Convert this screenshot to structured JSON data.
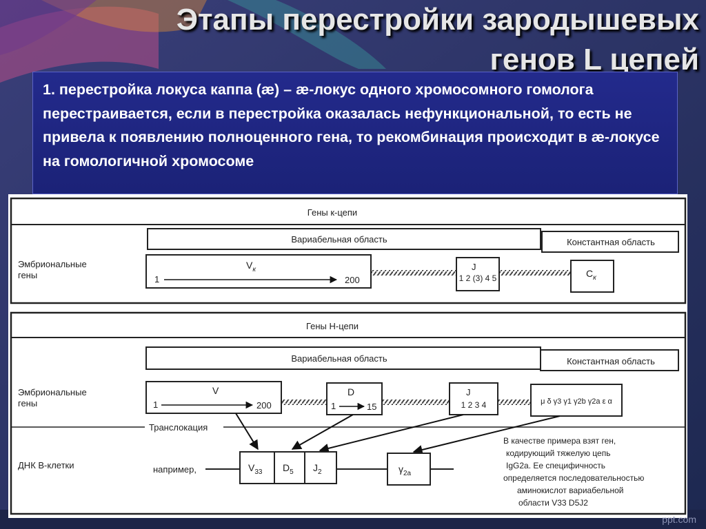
{
  "slide": {
    "title_line1": "Этапы перестройки зародышевых",
    "title_line2": "генов L цепей",
    "body_text": "1. перестройка локуса каппа (æ) – æ-локус одного хромосомного гомолога перестраивается, если в перестройка оказалась нефункциональной, то есть не привела к появлению полноценного гена, то рекомбинация происходит в æ-локусе на гомологичной хромосоме",
    "watermark": "ppt.com"
  },
  "kappa_panel": {
    "header": "Гены к-цепи",
    "variable_region": "Вариабельная область",
    "constant_region": "Константная область",
    "row_label": [
      "Эмбриональные",
      "гены"
    ],
    "v_segment": {
      "label": "V",
      "sub": "к",
      "from": "1",
      "to": "200"
    },
    "j_segment": {
      "label": "J",
      "numbers": "1 2 (3) 4 5"
    },
    "c_segment": {
      "label": "C",
      "sub": "к"
    }
  },
  "heavy_panel": {
    "header": "Гены Н-цепи",
    "variable_region": "Вариабельная область",
    "constant_region": "Константная область",
    "row_label": [
      "Эмбриональные",
      "гены"
    ],
    "v_segment": {
      "label": "V",
      "from": "1",
      "to": "200"
    },
    "d_segment": {
      "label": "D",
      "from": "1",
      "to": "15"
    },
    "j_segment": {
      "label": "J",
      "numbers": "1 2 3 4"
    },
    "c_segment": {
      "text": "μ δ γ3 γ1 γ2b γ2a ε α"
    },
    "translocation": "Транслокация",
    "bcell_label": "ДНК В-клетки",
    "example_label": "например,",
    "rearranged": [
      {
        "label": "V",
        "sub": "33"
      },
      {
        "label": "D",
        "sub": "5"
      },
      {
        "label": "J",
        "sub": "2"
      }
    ],
    "constant_selected": {
      "label": "γ",
      "sub": "2a"
    },
    "note_lines": [
      "В качестве примера взят ген,",
      "кодирующий тяжелую цепь",
      "IgG2a. Ее специфичность",
      "определяется последовательностью",
      "аминокислот вариабельной",
      "области V33 D5J2"
    ]
  }
}
